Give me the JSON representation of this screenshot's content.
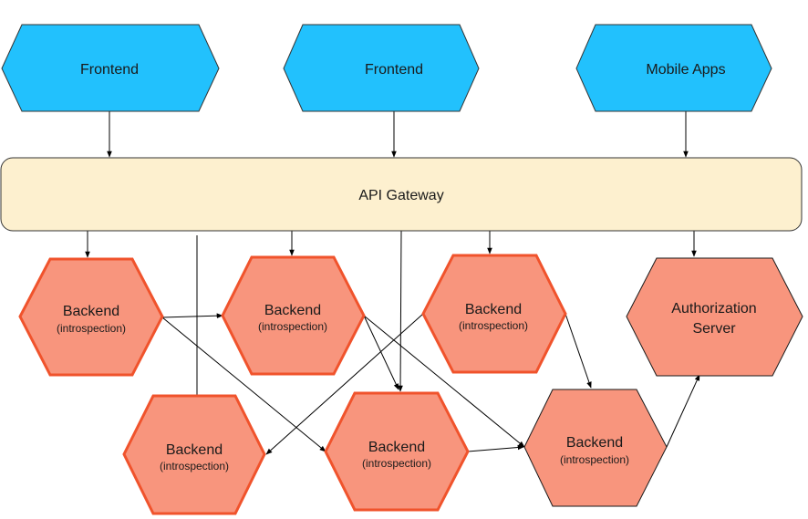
{
  "colors": {
    "client_fill": "#22c1fd",
    "client_stroke": "#333333",
    "gateway_fill": "#fdf0cf",
    "gateway_stroke": "#333333",
    "backend_fill": "#f8957d",
    "backend_stroke_strong": "#f0532c",
    "backend_stroke_thin": "#1a1a1a",
    "edge": "#000000"
  },
  "clients": [
    {
      "id": "fe1",
      "label": "Frontend"
    },
    {
      "id": "fe2",
      "label": "Frontend"
    },
    {
      "id": "mobile",
      "label": "Mobile Apps"
    }
  ],
  "gateway": {
    "id": "gw",
    "label": "API Gateway"
  },
  "services": [
    {
      "id": "b1",
      "title": "Backend",
      "subtitle": "(introspection)",
      "border": "strong"
    },
    {
      "id": "b2",
      "title": "Backend",
      "subtitle": "(introspection)",
      "border": "strong"
    },
    {
      "id": "b3",
      "title": "Backend",
      "subtitle": "(introspection)",
      "border": "strong"
    },
    {
      "id": "auth",
      "title": "Authorization",
      "subtitle": "Server",
      "border": "thin",
      "subtitle_large": true
    },
    {
      "id": "b4",
      "title": "Backend",
      "subtitle": "(introspection)",
      "border": "strong"
    },
    {
      "id": "b5",
      "title": "Backend",
      "subtitle": "(introspection)",
      "border": "strong"
    },
    {
      "id": "b6",
      "title": "Backend",
      "subtitle": "(introspection)",
      "border": "thin"
    }
  ],
  "edges": [
    {
      "from": "fe1",
      "to": "gw"
    },
    {
      "from": "fe2",
      "to": "gw"
    },
    {
      "from": "mobile",
      "to": "gw"
    },
    {
      "from": "gw",
      "to": "b1"
    },
    {
      "from": "gw",
      "to": "b4"
    },
    {
      "from": "gw",
      "to": "b2"
    },
    {
      "from": "gw",
      "to": "b5"
    },
    {
      "from": "gw",
      "to": "b3"
    },
    {
      "from": "gw",
      "to": "auth"
    },
    {
      "from": "b1",
      "to": "b2"
    },
    {
      "from": "b1",
      "to": "b5"
    },
    {
      "from": "b2",
      "to": "b5"
    },
    {
      "from": "b2",
      "to": "b6"
    },
    {
      "from": "b3",
      "to": "b4"
    },
    {
      "from": "b3",
      "to": "b6"
    },
    {
      "from": "b5",
      "to": "b6"
    },
    {
      "from": "b6",
      "to": "auth"
    }
  ]
}
